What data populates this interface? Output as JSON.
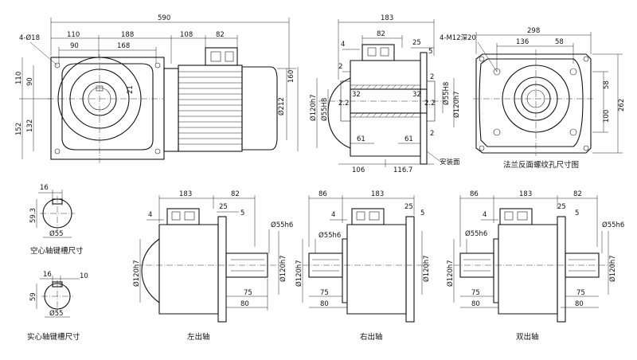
{
  "views": {
    "main": {
      "dim_total": "590",
      "dim_110": "110",
      "dim_188": "188",
      "dim_108": "108",
      "dim_82": "82",
      "dim_90": "90",
      "dim_168": "168",
      "hole": "4-Ø18",
      "dim_v110": "110",
      "dim_v90": "90",
      "dim_v152": "152",
      "dim_v132": "132",
      "dim_160": "160",
      "dim_212": "Ø212",
      "key": "21"
    },
    "side": {
      "dim_183": "183",
      "dim_82": "82",
      "dim_4": "4",
      "dim_25": "25",
      "dim_5": "5",
      "dim_2a": "2",
      "dim_2b": "2",
      "dim_2c": "2",
      "dim_2d": "2.2",
      "dim_2e": "2.2",
      "dim_32a": "32",
      "dim_32b": "32",
      "dim_120": "Ø120h7",
      "dim_55a": "Ø55H8",
      "dim_55b": "Ø55H8",
      "dim_120b": "Ø120h7",
      "dim_61a": "61",
      "dim_61b": "61",
      "dim_106": "106",
      "dim_1167": "116.7",
      "mount_face": "安装面"
    },
    "flange": {
      "dim_298": "298",
      "dim_136": "136",
      "dim_58": "58",
      "hole": "4-M12深20",
      "dim_v58": "58",
      "dim_100": "100",
      "dim_262": "262",
      "caption": "法兰反面螺纹孔尺寸图"
    },
    "hollow_key": {
      "dim_16": "16",
      "dim_593": "59.3",
      "dim_55": "Ø55",
      "caption": "空心轴键槽尺寸"
    },
    "solid_key": {
      "dim_16": "16",
      "dim_10": "10",
      "dim_59": "59",
      "dim_55": "Ø55",
      "caption": "实心轴键槽尺寸"
    },
    "left_shaft": {
      "dim_183": "183",
      "dim_82": "82",
      "dim_4": "4",
      "dim_25": "25",
      "dim_5": "5",
      "dim_55": "Ø55h6",
      "dim_120a": "Ø120h7",
      "dim_120b": "Ø120h7",
      "dim_75": "75",
      "dim_80": "80",
      "caption": "左出轴"
    },
    "right_shaft": {
      "dim_86": "86",
      "dim_183": "183",
      "dim_25": "25",
      "dim_5": "5",
      "dim_4": "4",
      "dim_55": "Ø55h6",
      "dim_120a": "Ø120h7",
      "dim_120b": "Ø120h7",
      "dim_75": "75",
      "dim_80": "80",
      "caption": "右出轴"
    },
    "double_shaft": {
      "dim_86": "86",
      "dim_183": "183",
      "dim_82": "82",
      "dim_4": "4",
      "dim_25": "25",
      "dim_5": "5",
      "dim_55a": "Ø55h6",
      "dim_55b": "Ø55h6",
      "dim_120a": "Ø120h7",
      "dim_120b": "Ø120h7",
      "dim_75a": "75",
      "dim_80a": "80",
      "dim_75b": "75",
      "dim_80b": "80",
      "caption": "双出轴"
    }
  }
}
